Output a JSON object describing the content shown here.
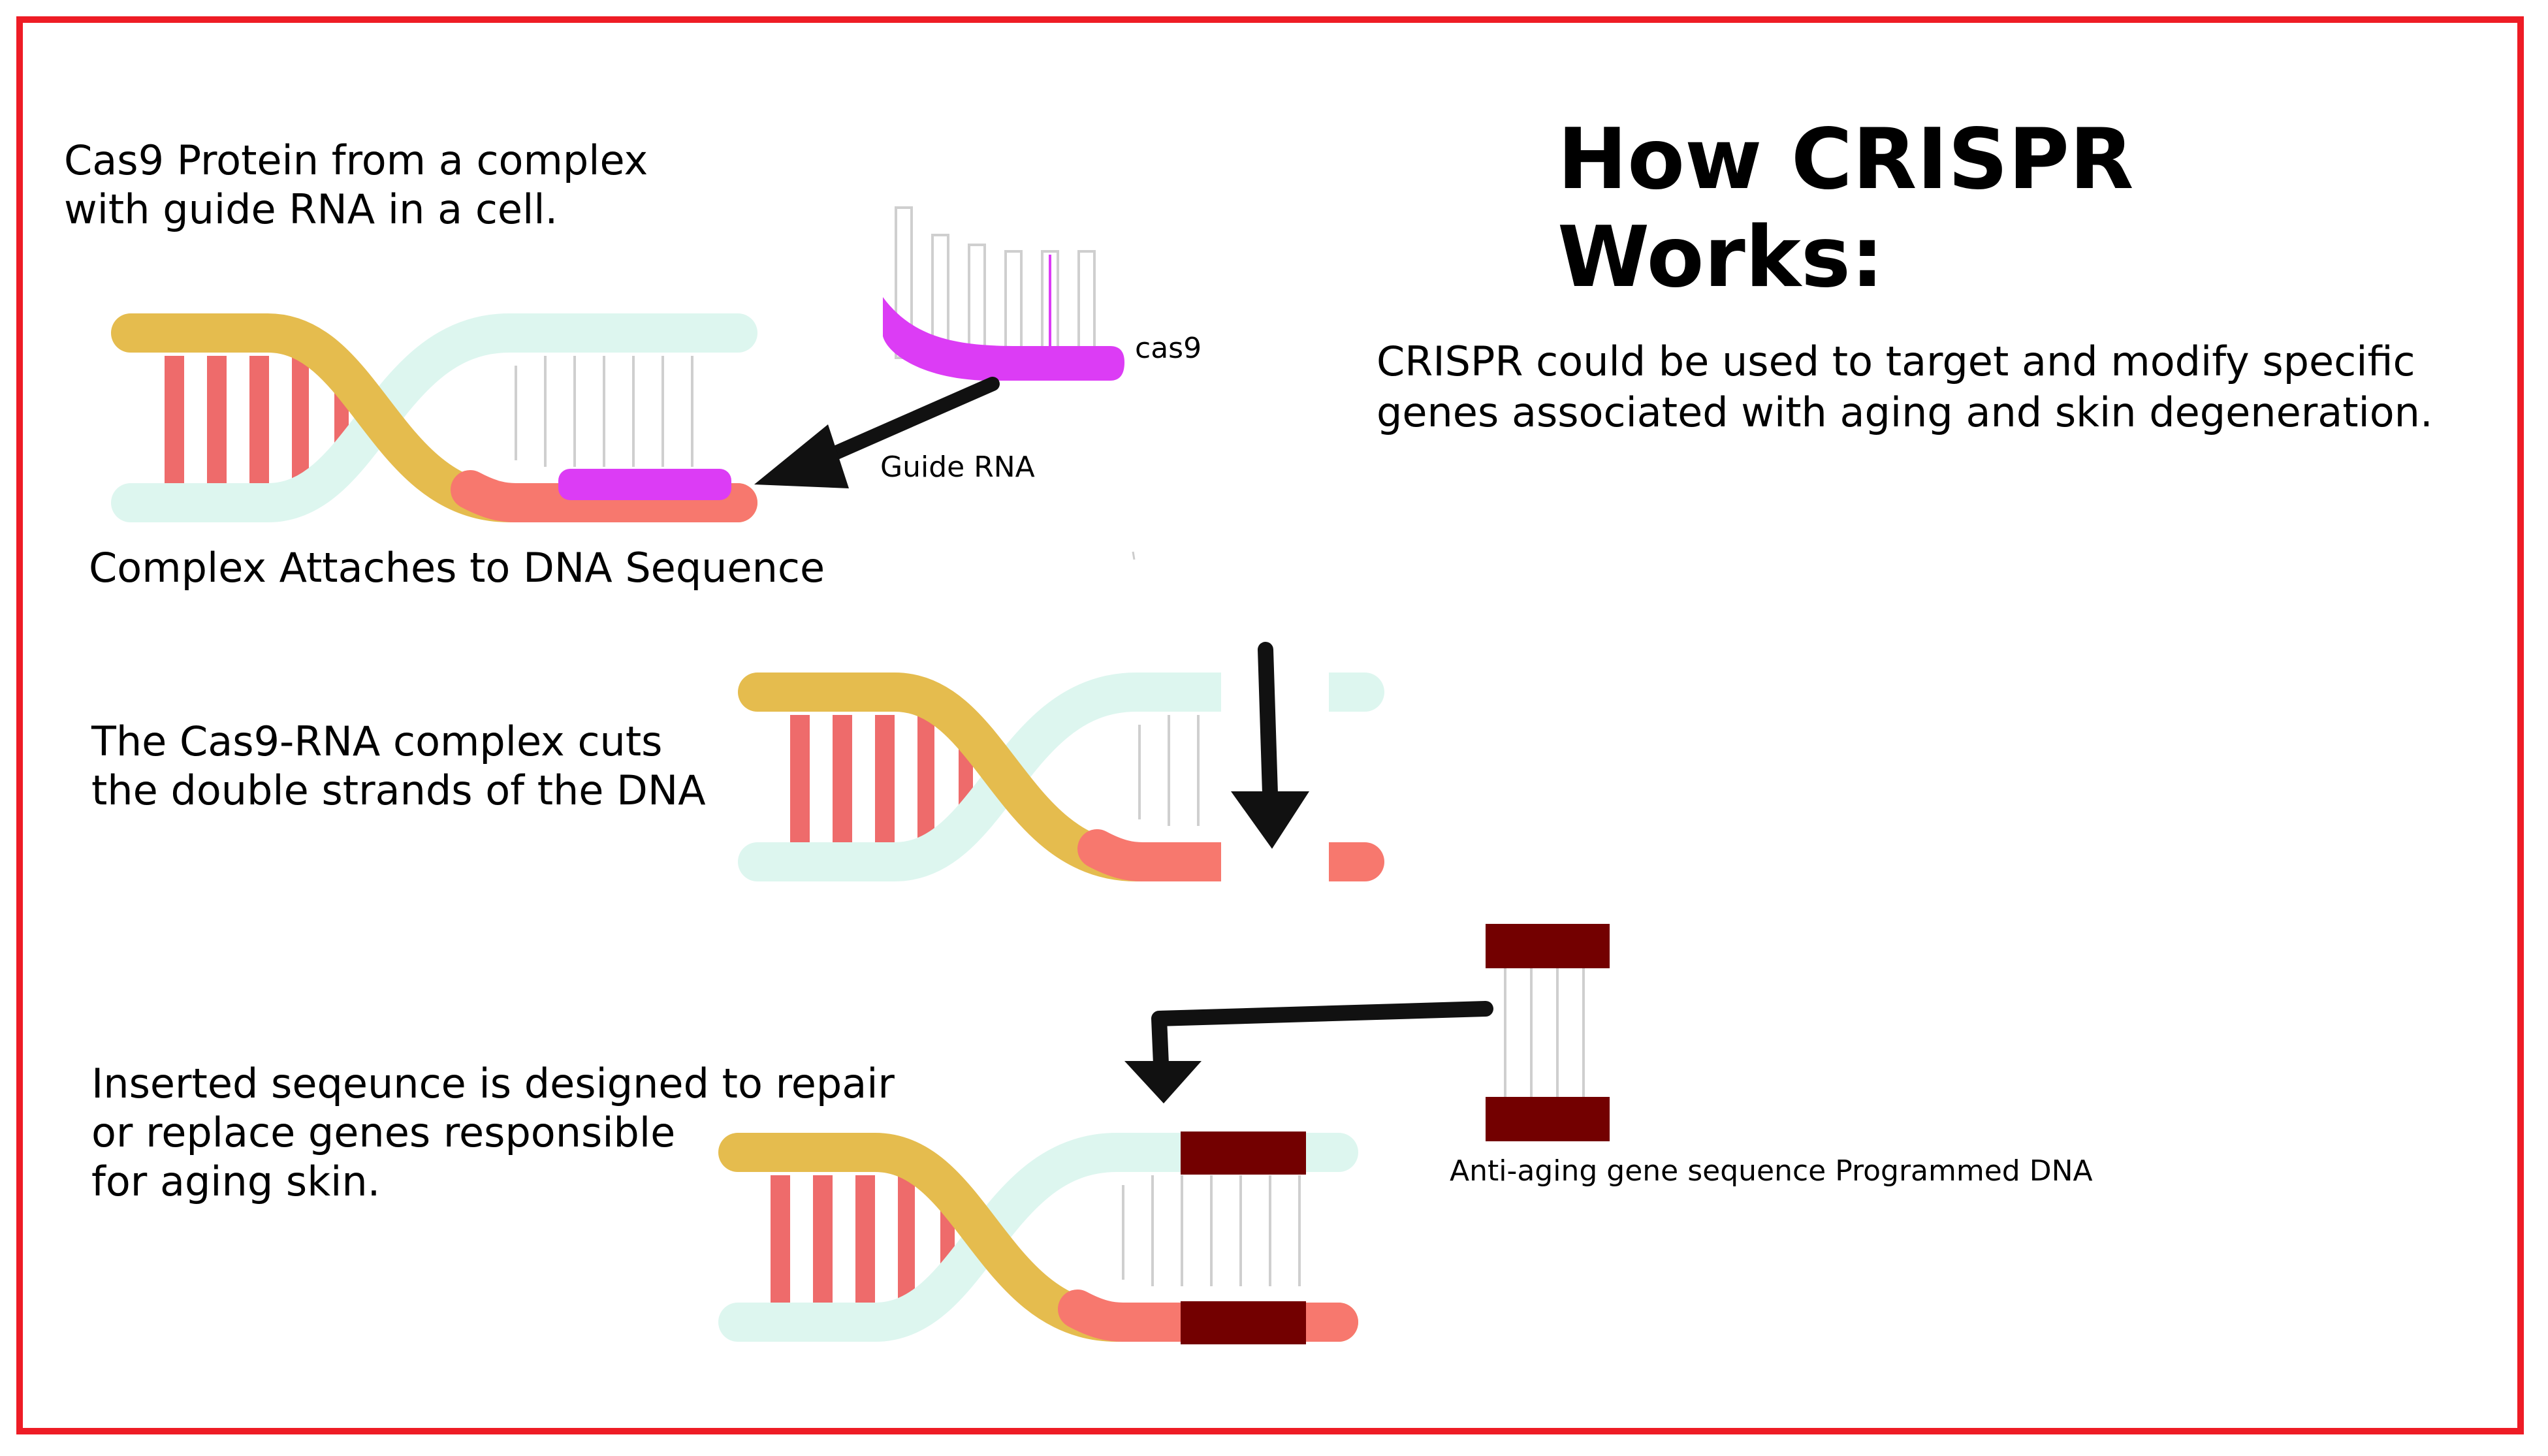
{
  "title": {
    "line1": "How CRISPR",
    "line2": "Works:"
  },
  "description": {
    "line1": "CRISPR could be used to target and modify specific",
    "line2": "genes associated with aging and skin degeneration."
  },
  "step1": {
    "caption_line1": "Cas9 Protein from a complex",
    "caption_line2": "with guide RNA in a cell.",
    "cas9_label": "cas9",
    "guide_rna_label": "Guide RNA",
    "attach_caption": "Complex Attaches to DNA Sequence"
  },
  "step2": {
    "caption_line1": "The Cas9-RNA complex cuts",
    "caption_line2": "the double strands of the DNA"
  },
  "step3": {
    "caption_line1": "Inserted seqeunce is designed to repair",
    "caption_line2": "or replace genes responsible",
    "caption_line3": "for aging skin.",
    "programmed_dna_label": "Anti-aging gene sequence Programmed DNA"
  },
  "colors": {
    "frame": "#ee1c25",
    "strand_gold": "#e5bc4e",
    "strand_mint": "#ddf6ef",
    "strand_coral": "#f7786e",
    "rung_red": "#ee6b6b",
    "guide_magenta": "#dc3cf5",
    "inserted_maroon": "#730000",
    "arrow": "#111111"
  }
}
